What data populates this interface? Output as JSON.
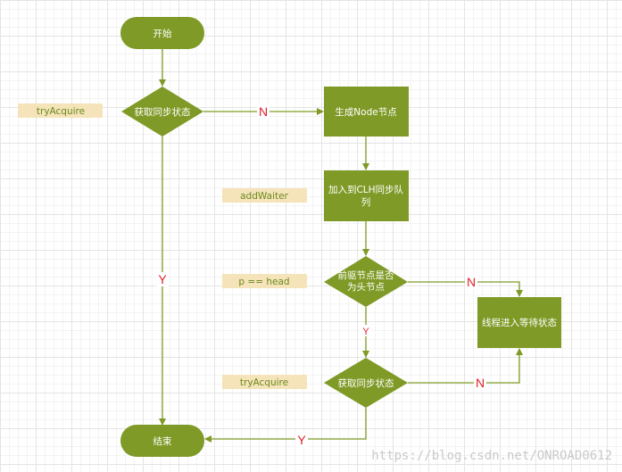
{
  "nodes": {
    "start": "开始",
    "get_state_1": "获取同步状态",
    "create_node": "生成Node节点",
    "add_clh_line1": "加入到CLH同步队",
    "add_clh_line2": "列",
    "pred_head_line1": "前驱节点是否",
    "pred_head_line2": "为头节点",
    "wait_state": "线程进入等待状态",
    "get_state_2": "获取同步状态",
    "end": "结束"
  },
  "annotations": {
    "try_acquire_1": "tryAcquire",
    "add_waiter": "addWaiter",
    "p_head": "p == head",
    "try_acquire_2": "tryAcquire"
  },
  "edges": {
    "n1": "N",
    "y1": "Y",
    "n2": "N",
    "y2": "Y",
    "n3": "N",
    "y3": "Y"
  },
  "watermark": "https://blog.csdn.net/ONROAD0612",
  "colors": {
    "node_fill": "#7f9a26",
    "arrow": "#7f9a26",
    "annotation_fill": "#f5e3b9",
    "annotation_text": "#6b8a1e",
    "edge_label": "#e0202a"
  }
}
